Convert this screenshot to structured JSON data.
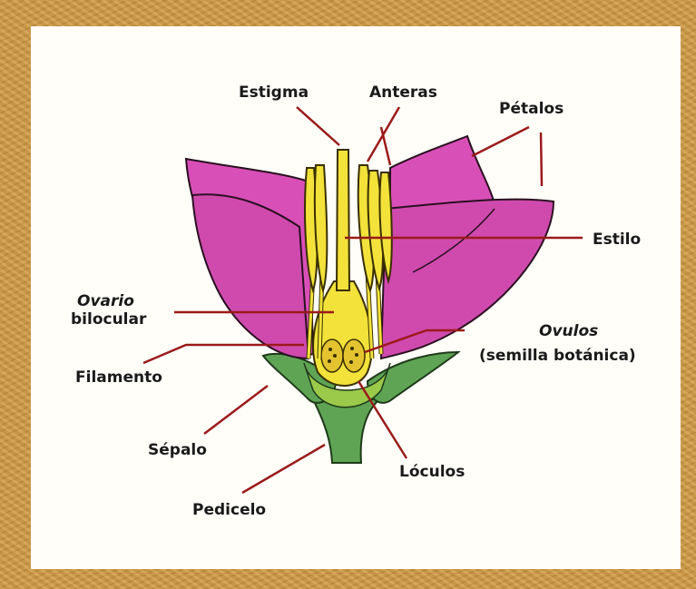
{
  "colors": {
    "frame": "#cf9a46",
    "paper": "#fffef9",
    "petal": "#d94fb8",
    "petal_outline": "#2a1020",
    "stamen": "#f2e23a",
    "stamen_outline": "#3a3000",
    "sepal": "#5ea454",
    "leader_line": "#9b1a1a"
  },
  "labels": {
    "estigma": "Estigma",
    "anteras": "Anteras",
    "petalos": "Pétalos",
    "estilo": "Estilo",
    "ovario_line1": "Ovario",
    "ovario_line2": "bilocular",
    "ovulos_line1": "Ovulos",
    "ovulos_line2": "(semilla botánica)",
    "filamento": "Filamento",
    "sepalo": "Sépalo",
    "loculos": "Lóculos",
    "pedicelo": "Pedicelo"
  }
}
